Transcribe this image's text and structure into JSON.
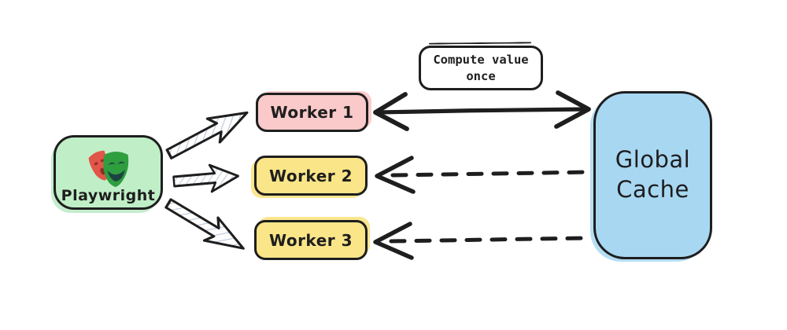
{
  "diagram": {
    "playwright": {
      "label": "Playwright",
      "icon": "playwright-masks-icon"
    },
    "workers": [
      {
        "label": "Worker 1",
        "fill": "#fac9c9"
      },
      {
        "label": "Worker 2",
        "fill": "#fae588"
      },
      {
        "label": "Worker 3",
        "fill": "#fae588"
      }
    ],
    "cache": {
      "label": "Global Cache",
      "line1": "Global",
      "line2": "Cache",
      "fill": "#a8d7f2"
    },
    "annotation": {
      "full_text": "Compute value once",
      "line1": "Compute value",
      "line2": "once"
    },
    "colors": {
      "playwright_fill": "#c0efc7",
      "worker1_fill": "#fac9c9",
      "worker_fill": "#fae588",
      "cache_fill": "#a8d7f2",
      "stroke": "#1e1e1e",
      "hatch": "#b6c3d6",
      "mask_red": "#e25549",
      "mask_green": "#2e9e3f",
      "mask_features": "#1d4242",
      "background": "#ffffff"
    },
    "edges": [
      {
        "from": "Playwright",
        "to": "Worker 1",
        "style": "hatched-block-arrow"
      },
      {
        "from": "Playwright",
        "to": "Worker 2",
        "style": "hatched-block-arrow"
      },
      {
        "from": "Playwright",
        "to": "Worker 3",
        "style": "hatched-block-arrow"
      },
      {
        "from": "Worker 1",
        "to": "Global Cache",
        "style": "solid-double-arrow",
        "label": "Compute value once"
      },
      {
        "from": "Global Cache",
        "to": "Worker 2",
        "style": "dashed-arrow"
      },
      {
        "from": "Global Cache",
        "to": "Worker 3",
        "style": "dashed-arrow"
      }
    ]
  }
}
